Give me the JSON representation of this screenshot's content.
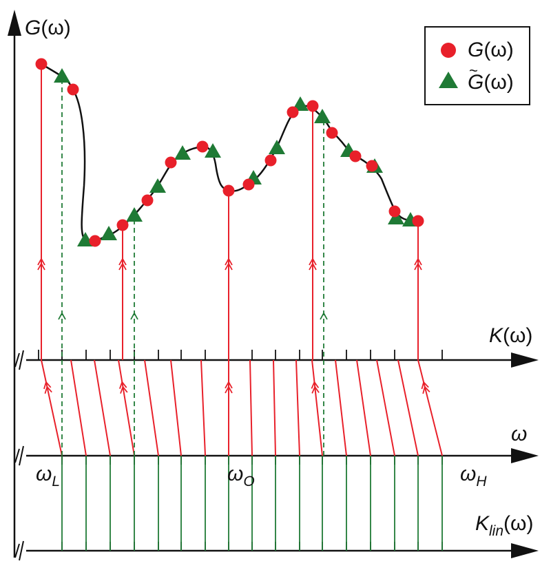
{
  "axes": {
    "g_axis": {
      "name": "G",
      "arg": "(ω)"
    },
    "k_axis": {
      "name": "K",
      "arg": "(ω)"
    },
    "omega_axis": {
      "name": "ω"
    },
    "klin_axis": {
      "name": "K",
      "sub": "lin",
      "arg": "(ω)"
    }
  },
  "omega_labels": {
    "low": {
      "base": "ω",
      "sub": "L"
    },
    "center": {
      "base": "ω",
      "sub": "O"
    },
    "high": {
      "base": "ω",
      "sub": "H"
    }
  },
  "legend": {
    "circle": {
      "name": "G",
      "arg": "(ω)",
      "color": "#e8202a",
      "icon": "red-circle"
    },
    "triangle": {
      "name": "G",
      "tilde": "~",
      "arg": "(ω)",
      "color": "#1f7a35",
      "icon": "green-triangle"
    }
  },
  "colors": {
    "curve": "#111111",
    "red": "#e8202a",
    "green": "#1f7a35",
    "axis": "#111111"
  }
}
